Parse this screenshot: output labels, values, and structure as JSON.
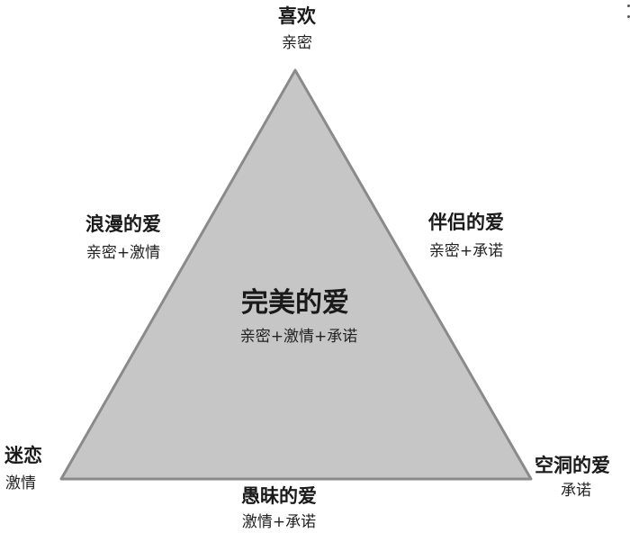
{
  "colors": {
    "triangle_fill": "#c6c6c6",
    "triangle_stroke": "#8a8a8a",
    "text": "#1a1a1a"
  },
  "nodes": {
    "top": {
      "title": "喜欢",
      "components": "亲密"
    },
    "left_edge": {
      "title": "浪漫的爱",
      "components": "亲密+激情"
    },
    "right_edge": {
      "title": "伴侣的爱",
      "components": "亲密+承诺"
    },
    "center": {
      "title": "完美的爱",
      "components": "亲密+激情+承诺"
    },
    "bottom_left": {
      "title": "迷恋",
      "components": "激情"
    },
    "bottom_right": {
      "title": "空洞的爱",
      "components": "承诺"
    },
    "bottom_edge": {
      "title": "愚昧的爱",
      "components": "激情+承诺"
    }
  }
}
